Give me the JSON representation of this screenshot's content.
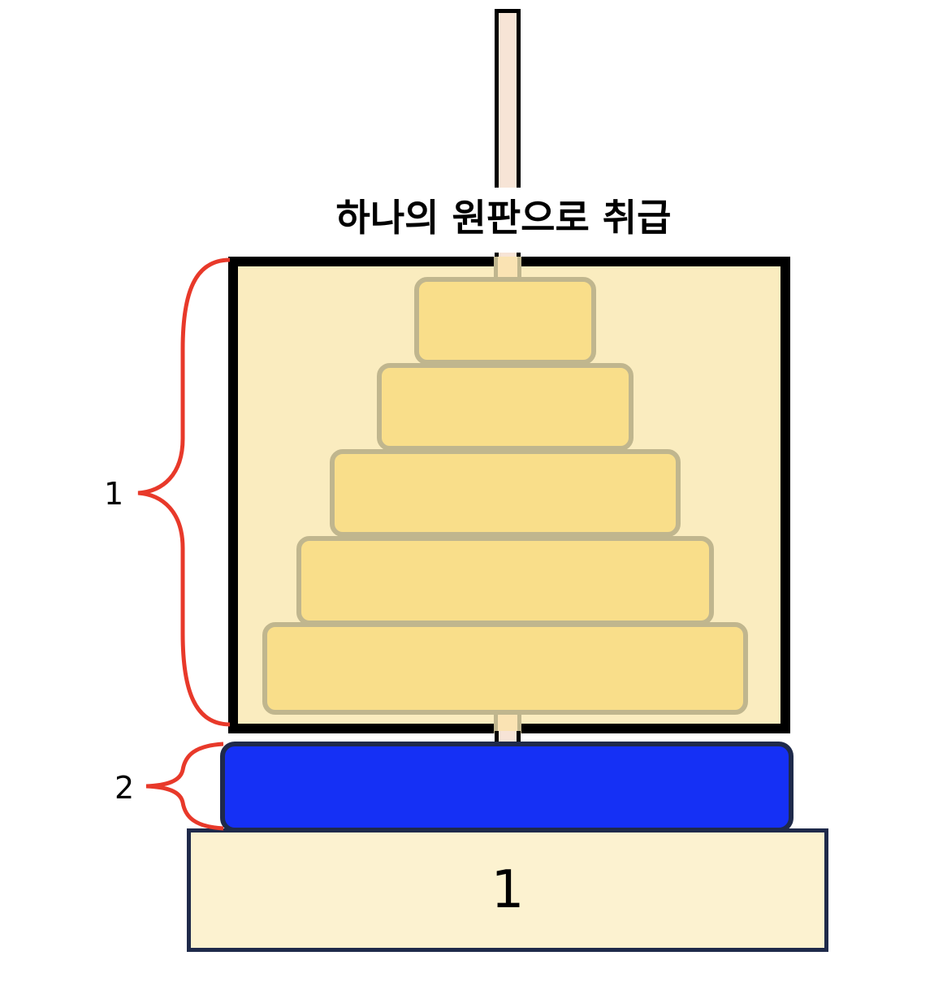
{
  "title": "하나의 원판으로 취급",
  "brace_labels": {
    "upper": "1",
    "lower": "2"
  },
  "base_label": "1",
  "colors": {
    "group_box_fill": "#faecbf",
    "group_box_border": "#000000",
    "disk_fill": "#f9de8a",
    "disk_border": "#c0b68e",
    "blue_disk_fill": "#1530f5",
    "blue_disk_border": "#1f2a4a",
    "base_fill": "#fcf2d0",
    "peg_fill": "#f7e4d6",
    "brace_color": "#e8392a"
  },
  "stacked_disks_count": 5
}
